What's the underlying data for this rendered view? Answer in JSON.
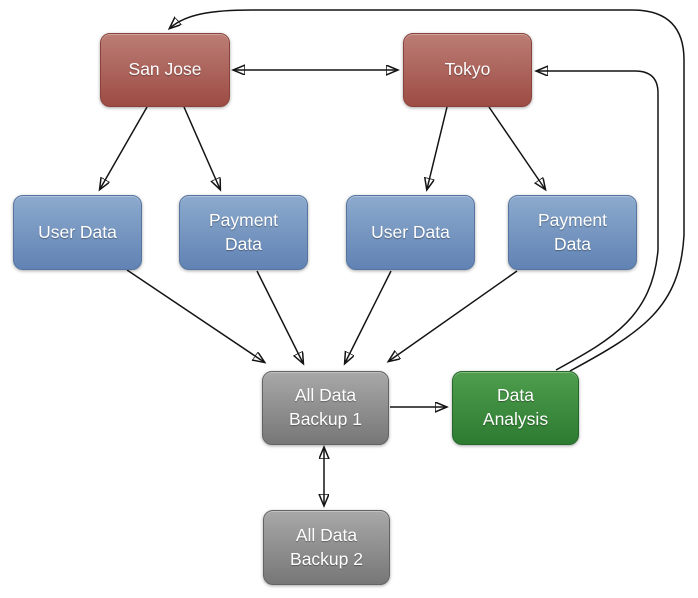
{
  "diagram": {
    "nodes": [
      {
        "id": "san-jose",
        "label": "San Jose",
        "color": "red"
      },
      {
        "id": "tokyo",
        "label": "Tokyo",
        "color": "red"
      },
      {
        "id": "user-data-left",
        "label": "User Data",
        "color": "blue"
      },
      {
        "id": "payment-data-left",
        "label": "Payment\nData",
        "color": "blue"
      },
      {
        "id": "user-data-right",
        "label": "User Data",
        "color": "blue"
      },
      {
        "id": "payment-data-right",
        "label": "Payment\nData",
        "color": "blue"
      },
      {
        "id": "all-data-backup-1",
        "label": "All Data\nBackup 1",
        "color": "gray"
      },
      {
        "id": "data-analysis",
        "label": "Data\nAnalysis",
        "color": "green"
      },
      {
        "id": "all-data-backup-2",
        "label": "All Data\nBackup 2",
        "color": "gray"
      }
    ],
    "edges": [
      {
        "from": "san-jose",
        "to": "tokyo",
        "direction": "bidirectional"
      },
      {
        "from": "san-jose",
        "to": "user-data-left",
        "direction": "one-way"
      },
      {
        "from": "san-jose",
        "to": "payment-data-left",
        "direction": "one-way"
      },
      {
        "from": "tokyo",
        "to": "user-data-right",
        "direction": "one-way"
      },
      {
        "from": "tokyo",
        "to": "payment-data-right",
        "direction": "one-way"
      },
      {
        "from": "user-data-left",
        "to": "all-data-backup-1",
        "direction": "one-way"
      },
      {
        "from": "payment-data-left",
        "to": "all-data-backup-1",
        "direction": "one-way"
      },
      {
        "from": "user-data-right",
        "to": "all-data-backup-1",
        "direction": "one-way"
      },
      {
        "from": "payment-data-right",
        "to": "all-data-backup-1",
        "direction": "one-way"
      },
      {
        "from": "all-data-backup-1",
        "to": "data-analysis",
        "direction": "one-way"
      },
      {
        "from": "all-data-backup-1",
        "to": "all-data-backup-2",
        "direction": "bidirectional"
      },
      {
        "from": "data-analysis",
        "to": "tokyo",
        "direction": "one-way"
      },
      {
        "from": "data-analysis",
        "to": "san-jose",
        "direction": "one-way"
      }
    ],
    "colors": {
      "background": "#ffffff",
      "edge": "#141414",
      "red_top": "#bb7d75",
      "red_bottom": "#9d4c44",
      "blue_top": "#8caacd",
      "blue_bottom": "#6183b4",
      "gray_top": "#a8a8a8",
      "gray_bottom": "#777777",
      "green_top": "#4f9d4d",
      "green_bottom": "#2c7b31",
      "label_text": "#ffffff"
    }
  }
}
